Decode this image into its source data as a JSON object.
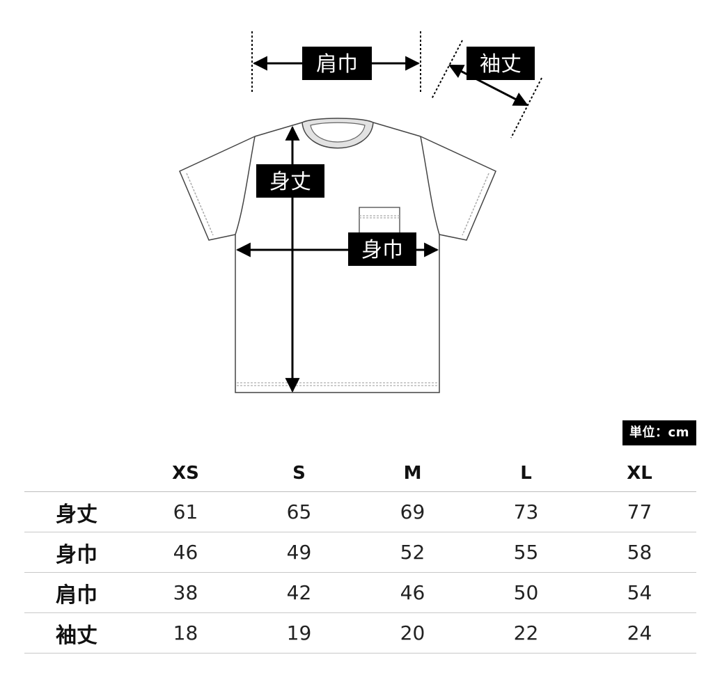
{
  "diagram": {
    "labels": {
      "shoulder_width": "肩巾",
      "sleeve_length": "袖丈",
      "body_length": "身丈",
      "body_width": "身巾"
    }
  },
  "unit_label": "単位：cm",
  "table": {
    "columns": [
      "",
      "XS",
      "S",
      "M",
      "L",
      "XL"
    ],
    "rows": [
      {
        "label": "身丈",
        "values": [
          "61",
          "65",
          "69",
          "73",
          "77"
        ]
      },
      {
        "label": "身巾",
        "values": [
          "46",
          "49",
          "52",
          "55",
          "58"
        ]
      },
      {
        "label": "肩巾",
        "values": [
          "38",
          "42",
          "46",
          "50",
          "54"
        ]
      },
      {
        "label": "袖丈",
        "values": [
          "18",
          "19",
          "20",
          "22",
          "24"
        ]
      }
    ]
  }
}
